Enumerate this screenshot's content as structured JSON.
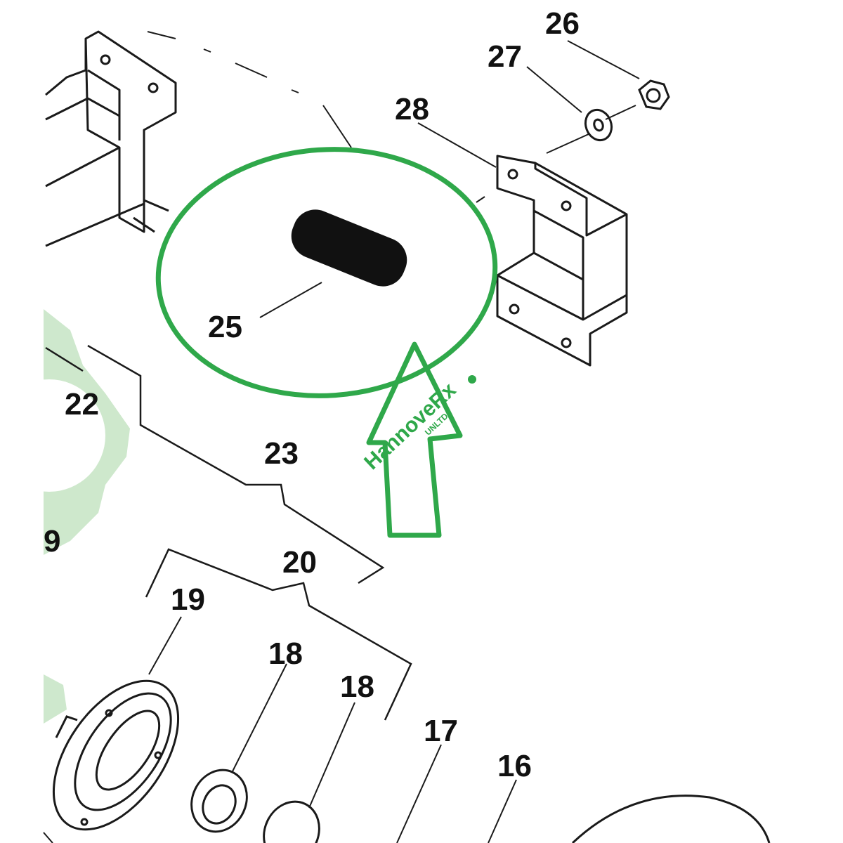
{
  "diagram": {
    "callouts": {
      "c26": "26",
      "c27": "27",
      "c28": "28",
      "c25": "25",
      "c22": "22",
      "c23": "23",
      "c20": "20",
      "c19": "19",
      "c18a": "18",
      "c18b": "18",
      "c17": "17",
      "c16": "16",
      "c9": "9"
    },
    "highlight": {
      "shape": "ellipse",
      "target_part": "25",
      "color": "#2fa84a"
    },
    "pointer": {
      "shape": "up-arrow-outline",
      "color": "#2fa84a"
    },
    "watermark": {
      "brand": "HannoveRx",
      "sub": "UNLTD",
      "color": "#2fa84a",
      "gear_color": "#b9ddb9"
    },
    "colors": {
      "line_art": "#1a1a1a",
      "background": "#ffffff"
    }
  }
}
